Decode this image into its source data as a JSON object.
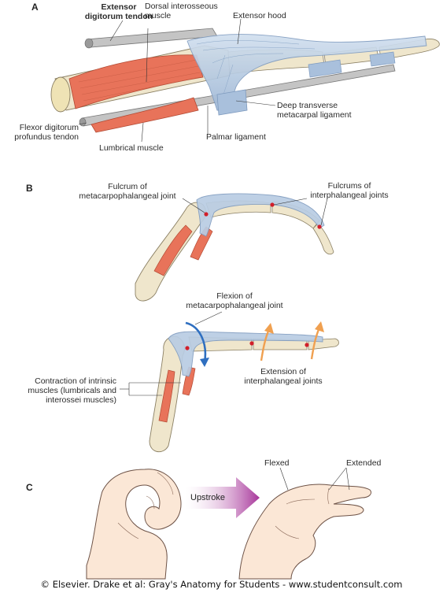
{
  "panels": {
    "a": "A",
    "b": "B",
    "c": "C"
  },
  "labels": {
    "extensor_tendon": [
      "Extensor",
      "digitorum tendon"
    ],
    "dorsal_interosseous": [
      "Dorsal interosseous",
      "muscle"
    ],
    "extensor_hood": "Extensor hood",
    "deep_transverse": [
      "Deep transverse",
      "metacarpal ligament"
    ],
    "flexor_profundus": [
      "Flexor digitorum",
      "profundus tendon"
    ],
    "palmar_ligament": "Palmar ligament",
    "lumbrical": "Lumbrical muscle",
    "fulcrum_mcp": [
      "Fulcrum of",
      "metacarpophalangeal joint"
    ],
    "fulcrums_ip": [
      "Fulcrums of",
      "interphalangeal joints"
    ],
    "flexion_mcp": [
      "Flexion of",
      "metacarpophalangeal joint"
    ],
    "contraction": [
      "Contraction of intrinsic",
      "muscles (lumbricals and",
      "interossei muscles)"
    ],
    "extension_ip": [
      "Extension of",
      "interphalangeal joints"
    ],
    "flexed": "Flexed",
    "extended": "Extended",
    "upstroke": "Upstroke"
  },
  "copyright": "© Elsevier. Drake et al: Gray's Anatomy for Students - www.studentconsult.com",
  "colors": {
    "bone": "#efe6cc",
    "bone_edge": "#8a7f63",
    "muscle": "#e8735a",
    "hood": "#b9cde3",
    "hood_edge": "#7f9bbf",
    "tendon": "#b7b7b7",
    "blue_arrow": "#2f6fc0",
    "orange_arrow": "#f0a050",
    "skin": "#fbe7d6",
    "upstroke_arrow": "#a7359a"
  }
}
